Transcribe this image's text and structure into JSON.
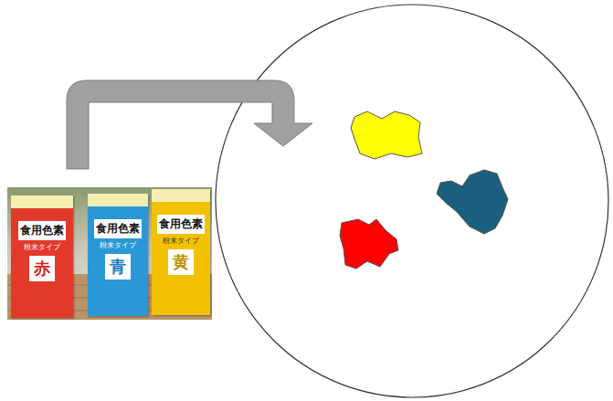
{
  "diagram": {
    "nodes": [
      {
        "text": [
          "食用色素",
          "粉末タイプ",
          "赤"
        ]
      },
      {
        "text": [
          "食用色素",
          "粉末タイプ",
          "青"
        ]
      },
      {
        "text": [
          "食用色素",
          "粉末タイプ",
          "黄"
        ]
      }
    ]
  }
}
